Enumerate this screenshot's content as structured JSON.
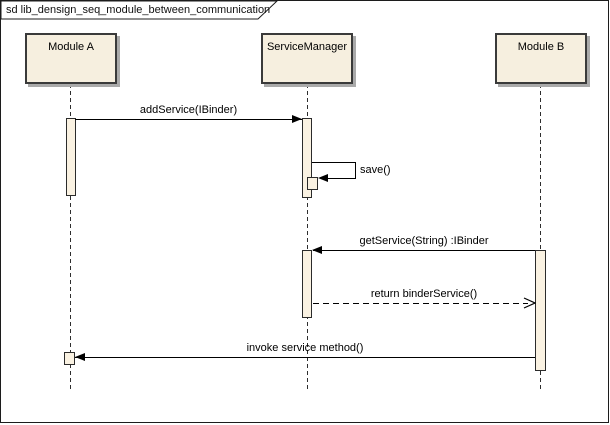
{
  "frame": {
    "title": "sd lib_densign_seq_module_between_communication"
  },
  "lifelines": [
    {
      "label": "Module A"
    },
    {
      "label": "ServiceManager"
    },
    {
      "label": "Module B"
    }
  ],
  "messages": [
    {
      "label": "addService(IBinder)",
      "type": "sync",
      "from": "Module A",
      "to": "ServiceManager"
    },
    {
      "label": "save()",
      "type": "self",
      "from": "ServiceManager",
      "to": "ServiceManager"
    },
    {
      "label": "getService(String) :IBinder",
      "type": "sync",
      "from": "Module B",
      "to": "ServiceManager"
    },
    {
      "label": "return binderService()",
      "type": "return",
      "from": "ServiceManager",
      "to": "Module B"
    },
    {
      "label": "invoke service method()",
      "type": "sync",
      "from": "Module B",
      "to": "Module A"
    }
  ],
  "colors": {
    "frame_border": "#1c1c1c",
    "box_fill": "#f6efdf",
    "box_border": "#3a3a3a",
    "box_shadow": "#aaaaaa",
    "activation_fill": "#faf2e2",
    "line": "#000000"
  }
}
